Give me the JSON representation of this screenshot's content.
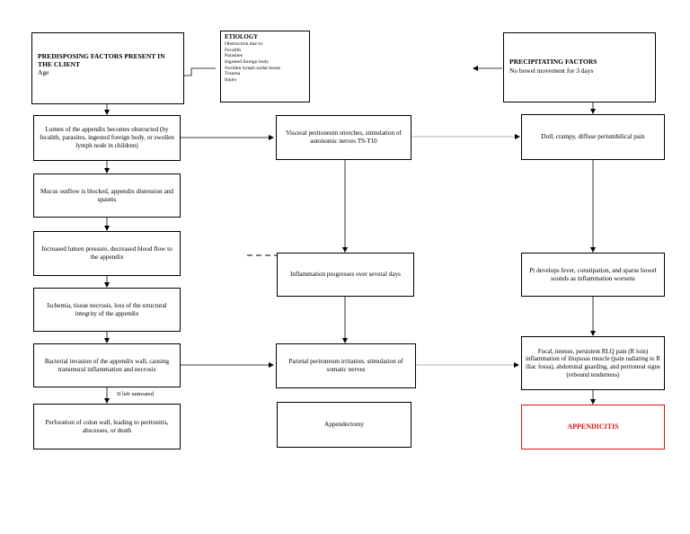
{
  "predisposing": {
    "title": "PREDISPOSING FACTORS PRESENT IN THE CLIENT",
    "item": "Age"
  },
  "etiology": {
    "title": "ETIOLOGY",
    "intro": "Obstruction due to:",
    "items": [
      "Fecalith",
      "Parasites",
      "Ingested foreign body",
      "Swollen lymph nodal tissue",
      "Trauma",
      "Injury"
    ]
  },
  "precipitating": {
    "title": "PRECIPITATING FACTORS",
    "item": "No bowel movement for 3 days"
  },
  "left_column": [
    "Lumen of the appendix becomes obstructed (by fecalith, parasites, ingested foreign body, or swollen lymph node in children)",
    "Mucus outflow is blocked, appendix distension and spasms",
    "Increased lumen pressure, decreased blood flow to the appendix",
    "Ischemia, tissue necrosis, loss of the structural integrity of the appendix",
    "Bacterial invasion of the appendix wall, causing transmural inflammation and necrosis",
    "Perforation of colon wall, leading to peritonitis, abscesses, or death"
  ],
  "if_left_untreated": "If left untreated",
  "middle_column": [
    "Visceral peritoneum stretches, stimulation of autonomic nerves T9-T10",
    "Inflammation progresses over several days",
    "Parietal peritoneum irritation, stimulation of somatic nerves",
    "Appendectomy"
  ],
  "right_column": [
    "Dull, crampy, diffuse periumbilical pain",
    "Pt develops fever, constipation, and sparse bowel sounds as inflammation worsens",
    "Focal, intense, persistent RLQ pain (R loin) inflammation of iliopsoas muscle (pain radiating to R iliac fossa), abdominal guarding, and peritoneal signs (rebound tenderness)"
  ],
  "diagnosis": "APPENDICITIS",
  "colors": {
    "line": "#000000",
    "highlight": "#d01818",
    "arrow_gray": "#999999"
  }
}
